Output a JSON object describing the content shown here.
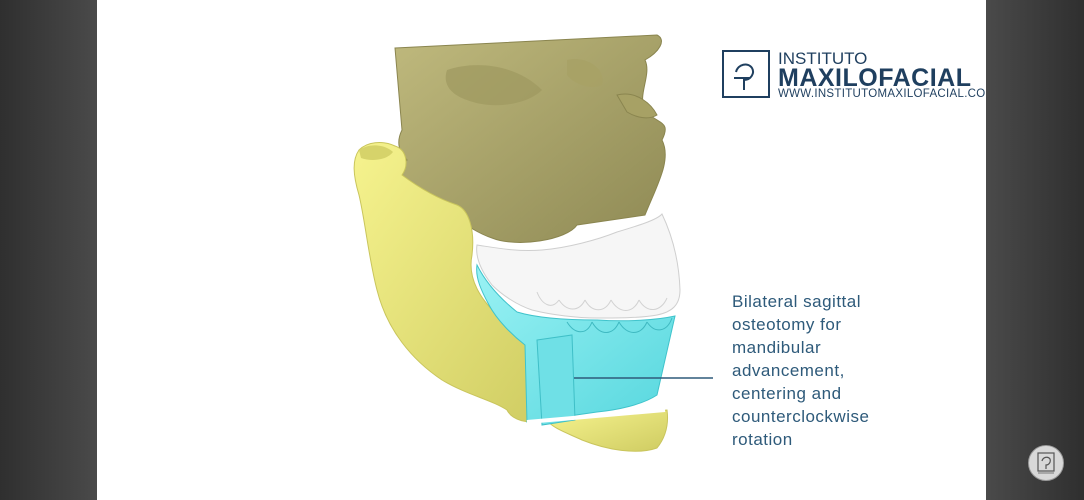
{
  "logo": {
    "line1": "INSTITUTO",
    "line2": "MAXILOFACIAL",
    "url": "WWW.INSTITUTOMAXILOFACIAL.COM"
  },
  "caption": {
    "lines": [
      "Bilateral sagittal",
      "osteotomy for",
      "mandibular",
      "advancement,",
      "centering and",
      "counterclockwise",
      "rotation"
    ]
  },
  "colors": {
    "skull": "#b3ad72",
    "mandible": "#ebe87e",
    "chin_segment": "#80e8ec",
    "teeth": "#f4f4f4",
    "text": "#2e5a7a",
    "brand": "#1f3f5f"
  }
}
